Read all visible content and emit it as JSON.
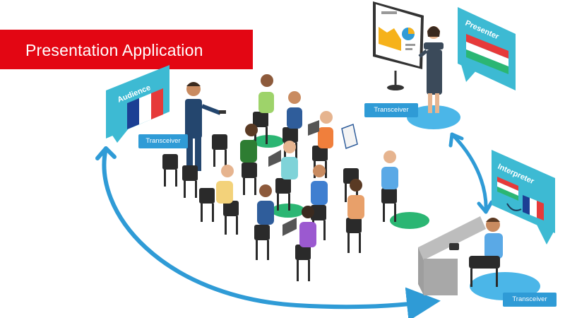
{
  "title": "Presentation Application",
  "roles": {
    "audience": "Audience",
    "presenter": "Presenter",
    "interpreter": "Interpreter"
  },
  "transceiver_label": "Transceiver",
  "icons": {
    "audience_flag": "france-flag-icon",
    "presenter_flag": "hungary-flag-icon",
    "interpreter_flags": "hungary-france-translation-icon",
    "flow_arrow": "circular-arrow-icon"
  },
  "colors": {
    "banner": "#e30613",
    "badge": "#3dbad3",
    "accent_blue": "#2f9bd6",
    "floor_blue": "#4bb6e8"
  }
}
